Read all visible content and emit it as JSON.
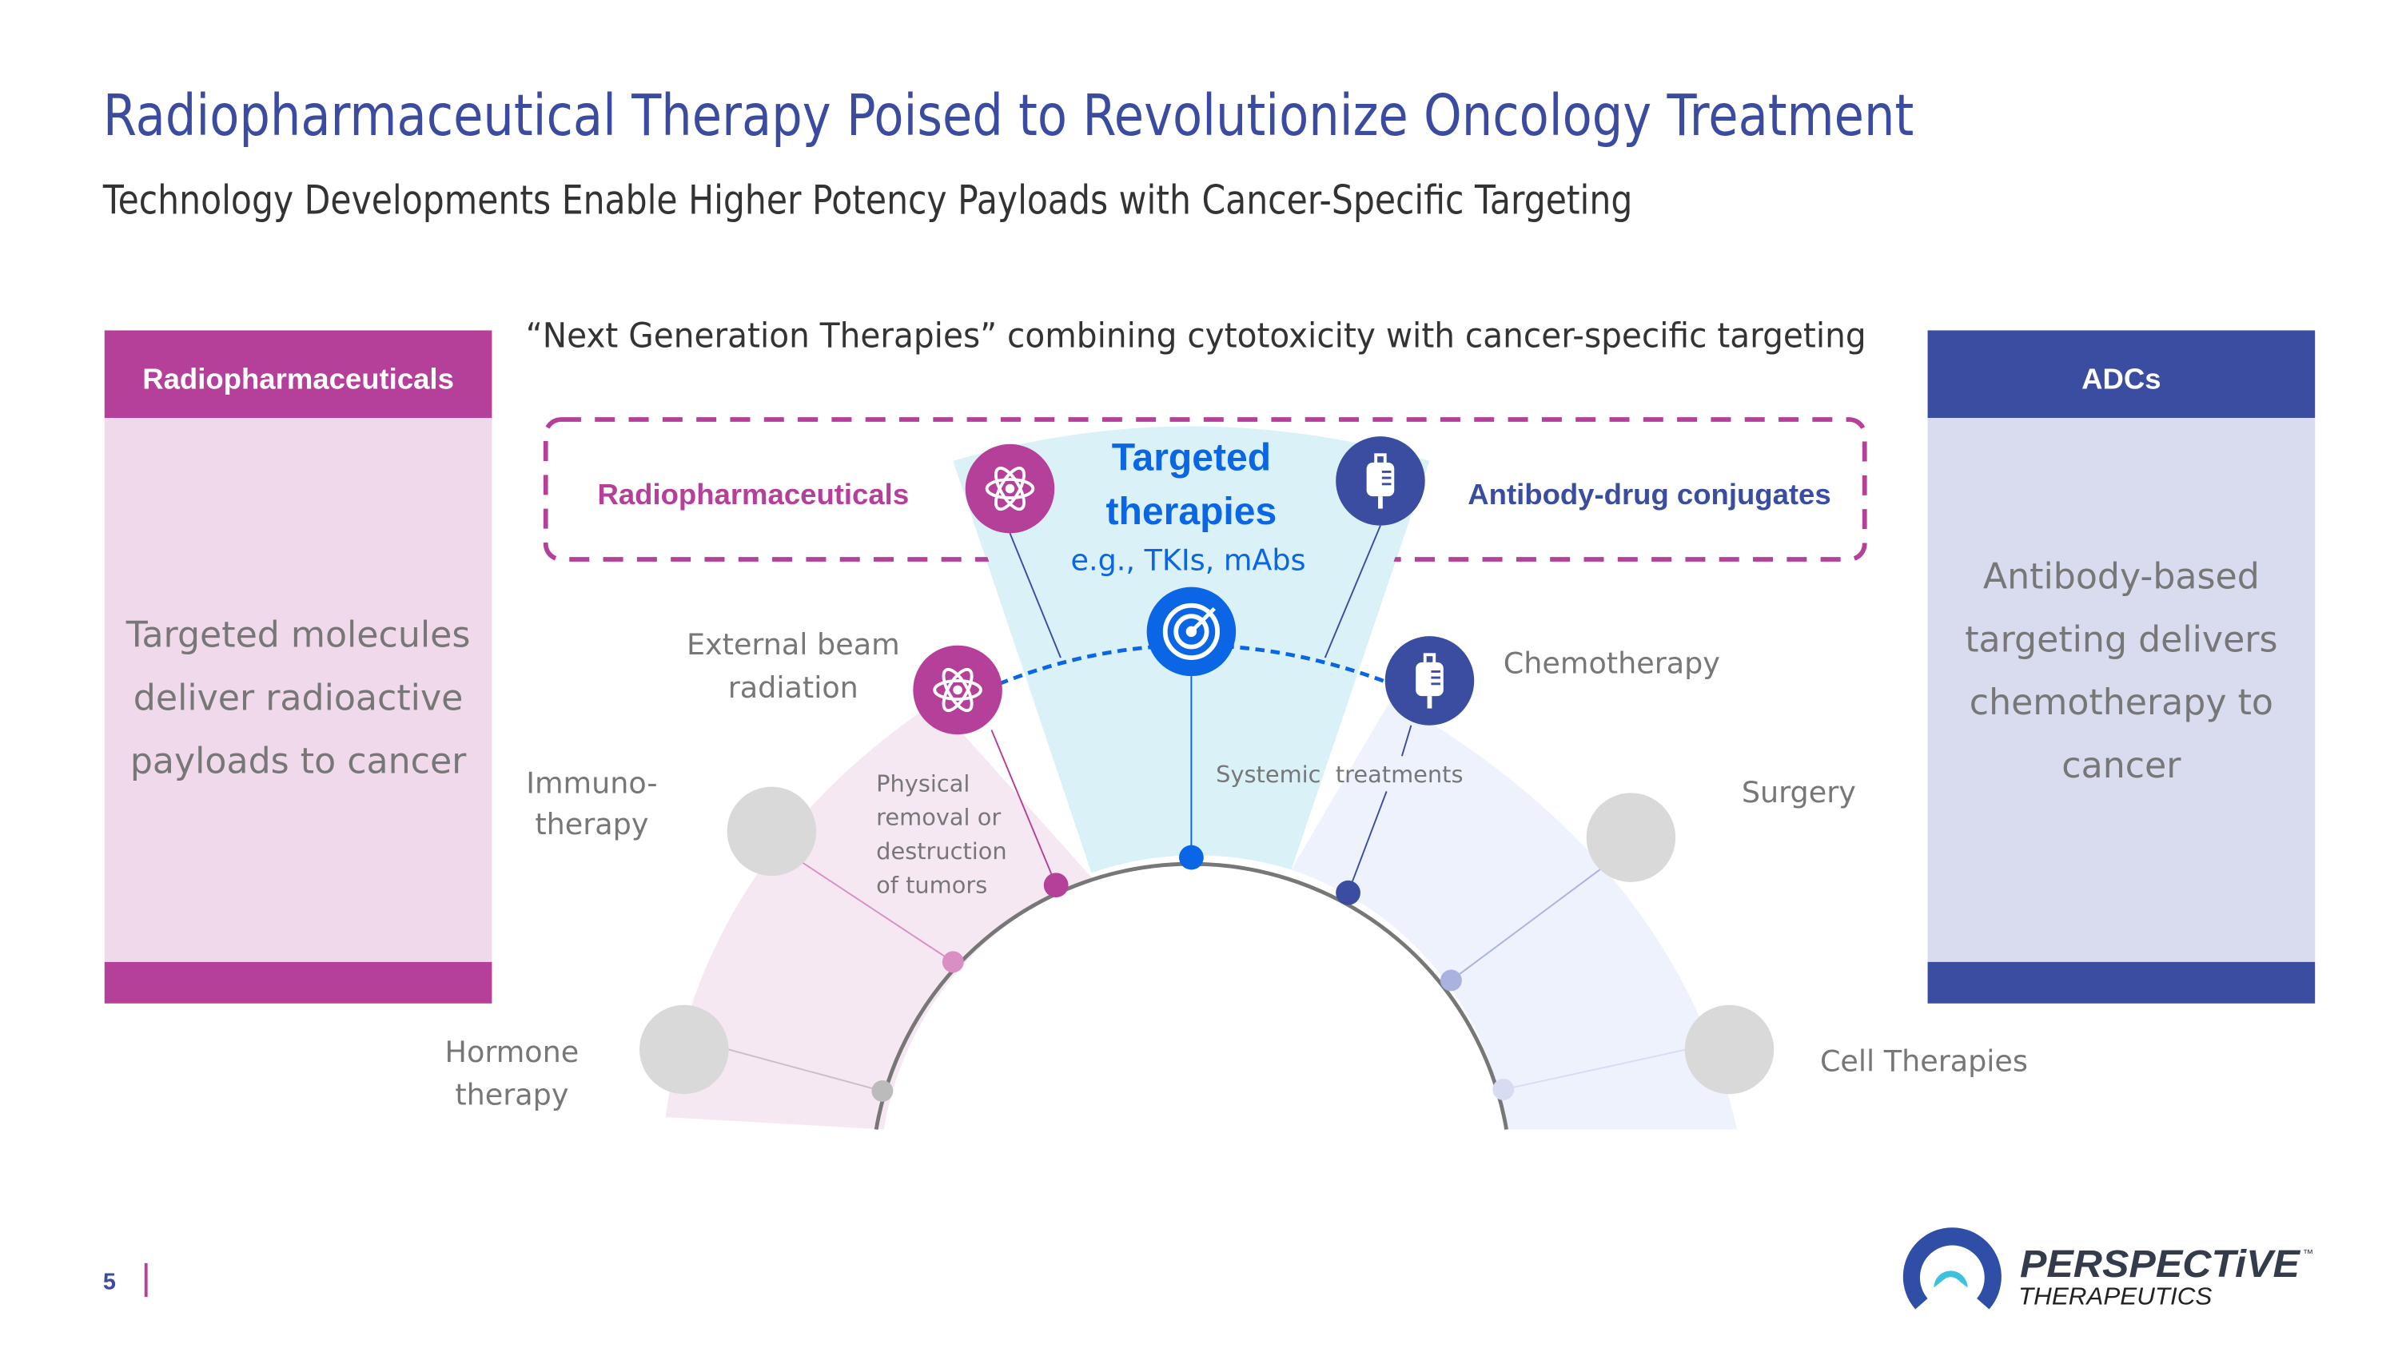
{
  "header": {
    "title": "Radiopharmaceutical Therapy Poised to Revolutionize Oncology Treatment",
    "subtitle": "Technology Developments Enable Higher Potency Payloads with Cancer-Specific Targeting"
  },
  "left_panel": {
    "title": "Radiopharmaceuticals",
    "body": [
      "Targeted molecules",
      "deliver radioactive",
      "payloads to cancer"
    ]
  },
  "right_panel": {
    "title": "ADCs",
    "body": [
      "Antibody-based",
      "targeting delivers",
      "chemotherapy to",
      "cancer"
    ]
  },
  "diagram": {
    "quote": "“Next Generation Therapies” combining cytotoxicity with cancer-specific targeting",
    "next_gen": {
      "radiopharmaceuticals": "Radiopharmaceuticals",
      "targeted_line1": "Targeted",
      "targeted_line2": "therapies",
      "targeted_examples": "e.g., TKIs, mAbs",
      "adcs": "Antibody-drug conjugates"
    },
    "labels": {
      "external_beam": [
        "External beam",
        "radiation"
      ],
      "chemotherapy": "Chemotherapy",
      "immunotherapy": [
        "Immuno-",
        "therapy"
      ],
      "physical": [
        "Physical",
        "removal or",
        "destruction",
        "of tumors"
      ],
      "systemic": "Systemic  treatments",
      "surgery": "Surgery",
      "hormone": [
        "Hormone",
        "therapy"
      ],
      "cell": "Cell Therapies"
    },
    "icons": [
      "atom-icon",
      "target-icon",
      "iv-bag-icon"
    ]
  },
  "colors": {
    "title": "#3b4ca0",
    "magenta": "#b5409a",
    "navy": "#3b4da0",
    "blue": "#0a66e4",
    "pink_bg": "#f0d9ea",
    "lavender_bg": "#d9dcee"
  },
  "footer": {
    "page_number": "5",
    "logo_name": "PERSPECTiVE",
    "logo_sub": "THERAPEUTICS",
    "logo_tm": "™"
  }
}
